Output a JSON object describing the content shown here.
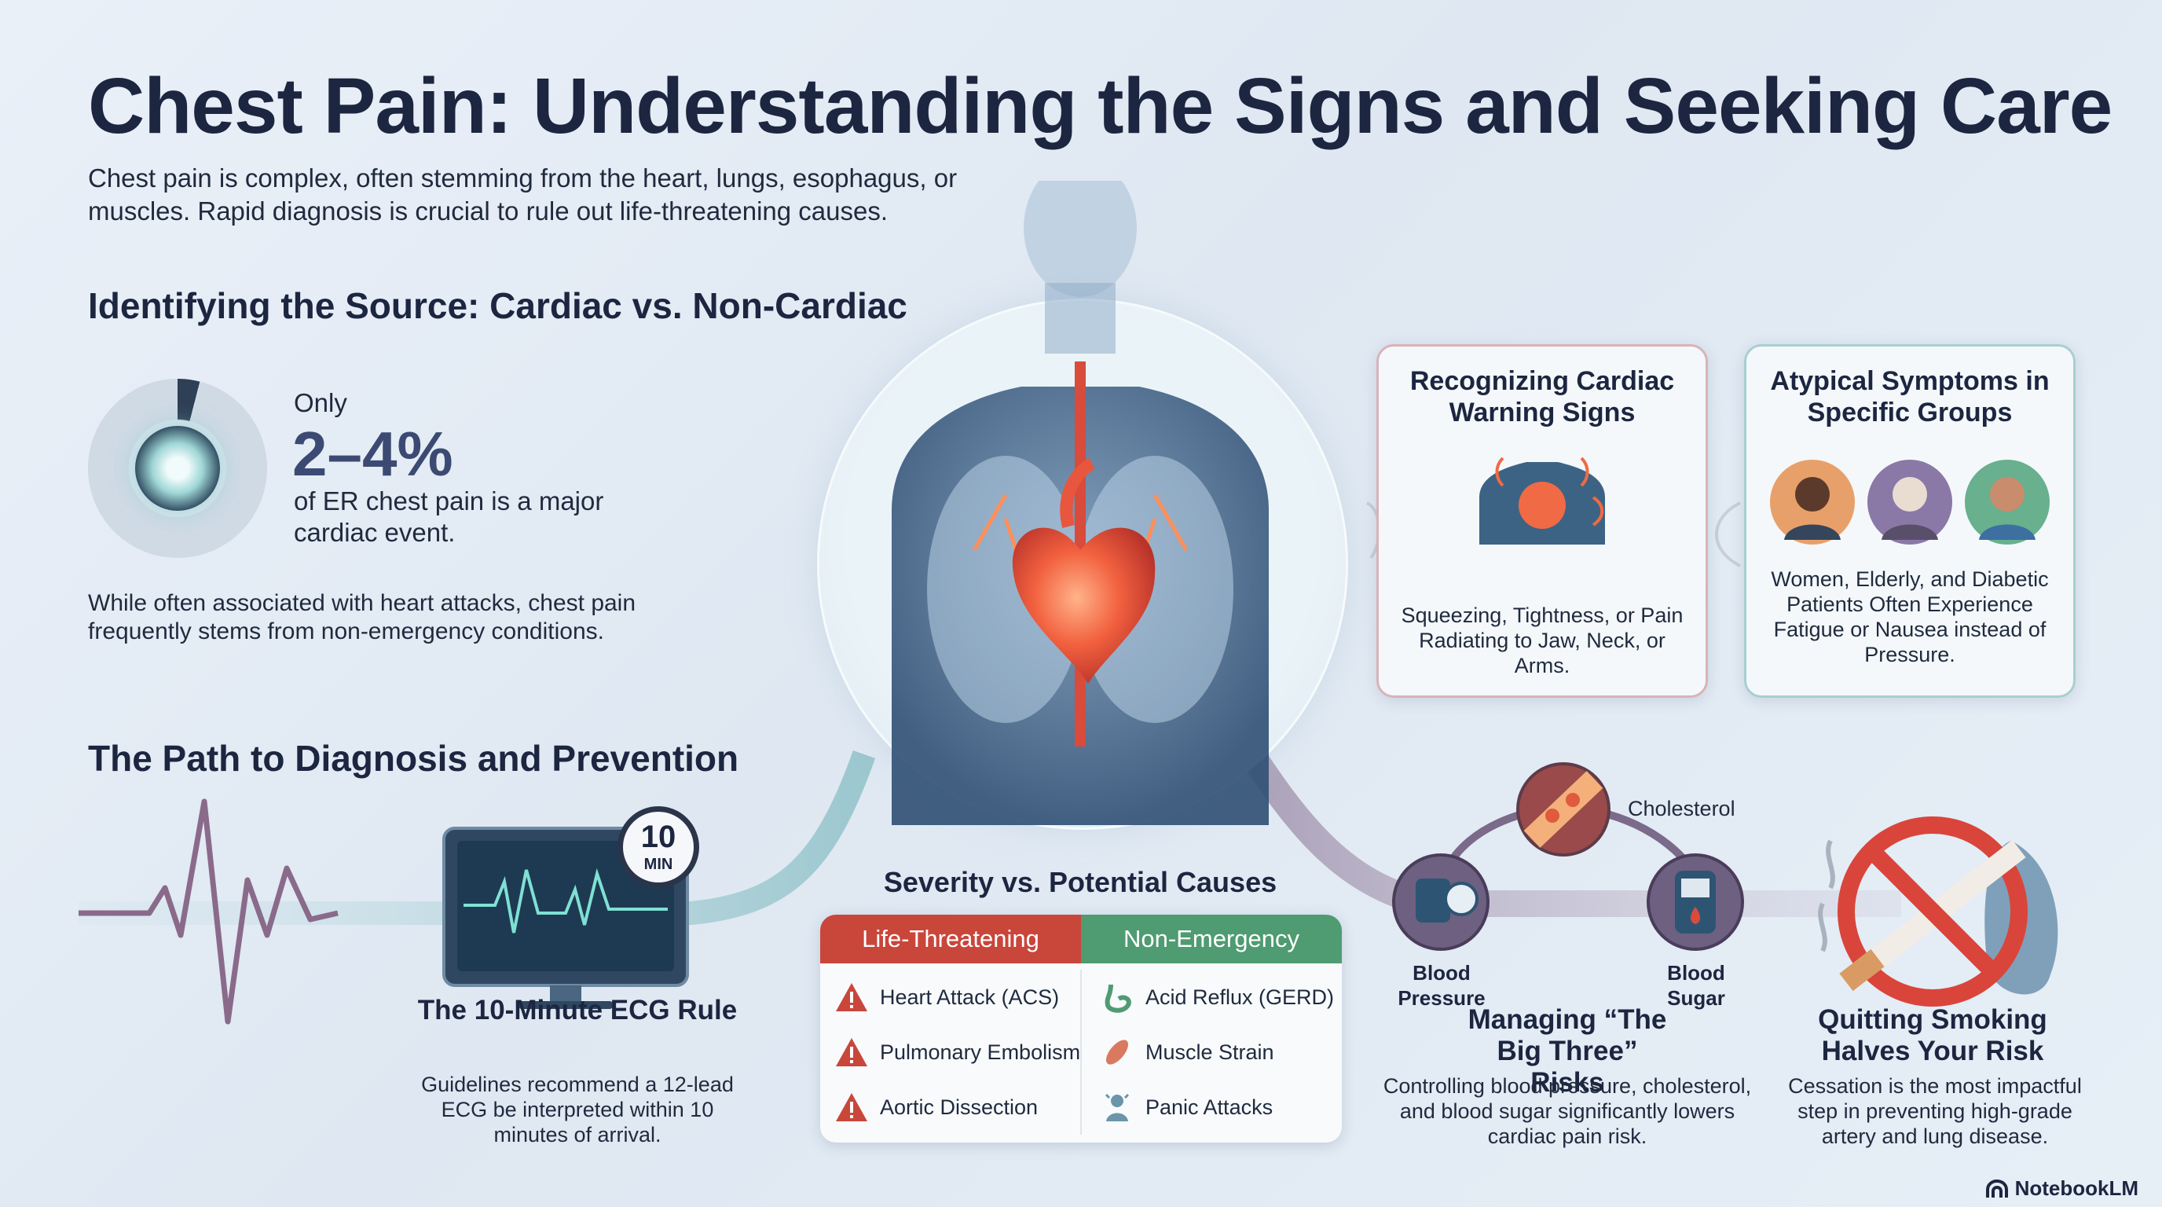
{
  "title": "Chest Pain: Understanding the Signs and Seeking Care",
  "intro": "Chest pain is complex, often stemming from the heart, lungs, esophagus, or muscles. Rapid diagnosis is crucial to rule out life-threatening causes.",
  "source_section": {
    "heading": "Identifying the Source: Cardiac vs. Non-Cardiac",
    "stat_lead": "Only",
    "stat_value": "2–4%",
    "stat_desc": "of ER chest pain is a major cardiac event.",
    "note": "While often associated with heart attacks, chest pain frequently stems from non-emergency conditions."
  },
  "warning_card": {
    "title": "Recognizing Cardiac Warning Signs",
    "body": "Squeezing, Tightness, or Pain Radiating to Jaw, Neck, or Arms.",
    "icon": "radiating-chest-pain-icon"
  },
  "atypical_card": {
    "title": "Atypical Symptoms in Specific Groups",
    "body": "Women, Elderly, and Diabetic Patients Often Experience Fatigue or Nausea instead of Pressure.",
    "avatars": [
      "woman-avatar",
      "elderly-avatar",
      "diabetic-patient-avatar"
    ]
  },
  "path_section": {
    "heading": "The Path to Diagnosis and Prevention"
  },
  "ecg": {
    "timer_number": "10",
    "timer_unit": "MIN",
    "title": "The 10-Minute ECG Rule",
    "body": "Guidelines recommend a 12-lead ECG be interpreted within 10 minutes of arrival."
  },
  "causes": {
    "title": "Severity vs. Potential Causes",
    "life_threatening_header": "Life-Threatening",
    "non_emergency_header": "Non-Emergency",
    "life_threatening": [
      "Heart Attack (ACS)",
      "Pulmonary Embolism",
      "Aortic Dissection"
    ],
    "non_emergency": [
      "Acid Reflux (GERD)",
      "Muscle Strain",
      "Panic Attacks"
    ],
    "colors": {
      "life_threatening": "#c9463b",
      "non_emergency": "#4f9b72"
    }
  },
  "big_three": {
    "cholesterol_label": "Cholesterol",
    "blood_pressure_label": "Blood Pressure",
    "blood_sugar_label": "Blood Sugar",
    "title": "Managing “The Big Three” Risks",
    "body": "Controlling blood pressure, cholesterol, and blood sugar significantly lowers cardiac pain risk."
  },
  "smoking": {
    "title": "Quitting Smoking Halves Your Risk",
    "body": "Cessation is the most impactful step in preventing high-grade artery and lung disease."
  },
  "brand": "NotebookLM"
}
